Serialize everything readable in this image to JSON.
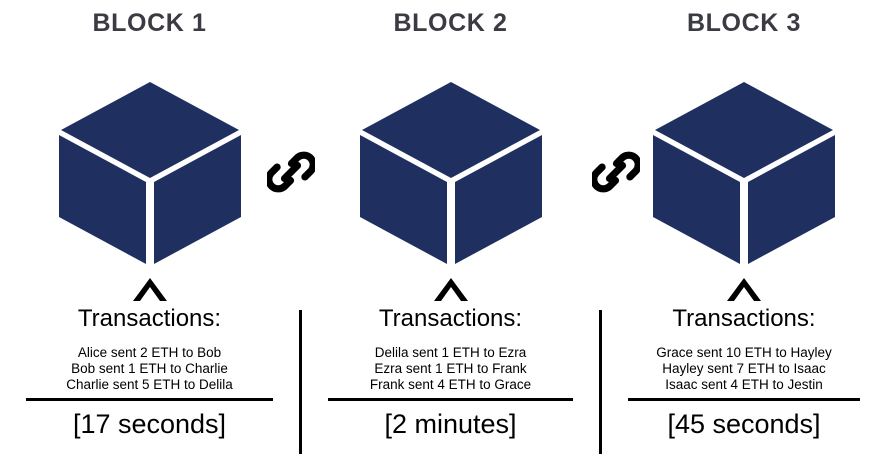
{
  "theme": {
    "background": "#ffffff",
    "cube_color": "#1e2f60",
    "title_color": "#3b3b44",
    "text_color": "#000000",
    "divider_color": "#000000"
  },
  "icons": {
    "chain_link": "chain-link-icon",
    "caret_up": "caret-up-icon",
    "cube": "cube-icon"
  },
  "blocks": [
    {
      "title": "BLOCK 1",
      "transactions_heading": "Transactions:",
      "transactions": [
        "Alice sent 2 ETH to Bob",
        "Bob sent 1 ETH to Charlie",
        "Charlie sent 5 ETH to Delila"
      ],
      "duration": "[17 seconds]"
    },
    {
      "title": "BLOCK 2",
      "transactions_heading": "Transactions:",
      "transactions": [
        "Delila sent 1 ETH to Ezra",
        "Ezra sent 1 ETH to Frank",
        "Frank sent 4 ETH to Grace"
      ],
      "duration": "[2 minutes]"
    },
    {
      "title": "BLOCK 3",
      "transactions_heading": "Transactions:",
      "transactions": [
        "Grace sent 10 ETH to Hayley",
        "Hayley sent 7 ETH to Isaac",
        "Isaac sent 4 ETH to Jestin"
      ],
      "duration": "[45 seconds]"
    }
  ]
}
